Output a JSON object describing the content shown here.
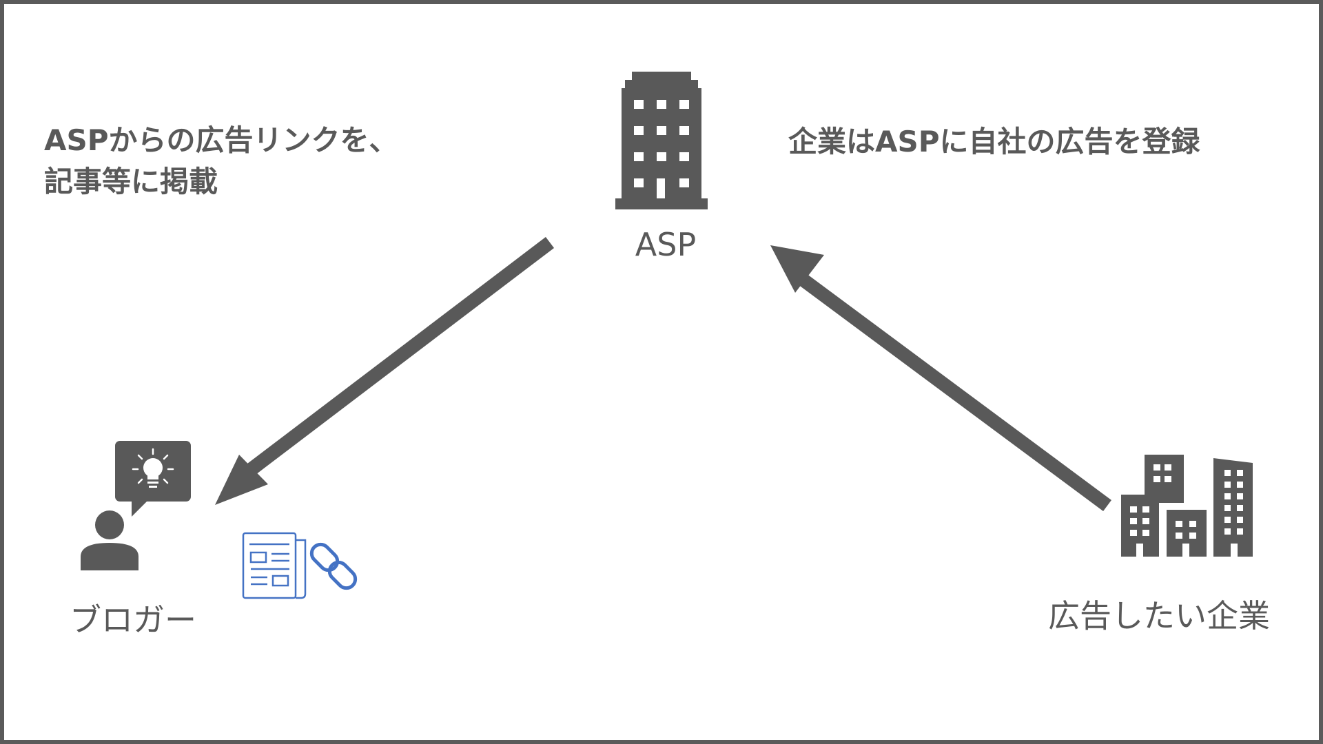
{
  "texts": {
    "left_description_line1": "ASPからの広告リンクを、",
    "left_description_line2": "記事等に掲載",
    "right_description": "企業はASPに自社の広告を登録",
    "asp_label": "ASP",
    "blogger_label": "ブロガー",
    "company_label": "広告したい企業"
  },
  "icons": {
    "asp": "office-building-icon",
    "blogger": "person-with-idea-bubble-icon",
    "article": "newspaper-article-icon",
    "link": "chain-link-icon",
    "company": "company-buildings-icon"
  },
  "colors": {
    "primary_gray": "#595959",
    "accent_blue": "#4472c4",
    "border": "#5b5b5b",
    "background": "#ffffff"
  }
}
